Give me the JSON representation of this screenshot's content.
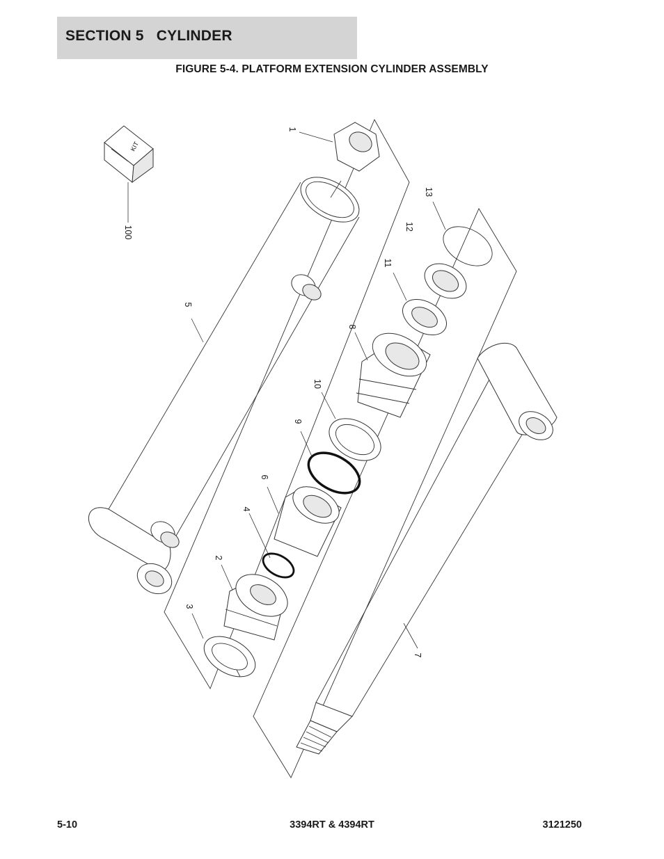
{
  "header": {
    "section_title": "SECTION 5   CYLINDER"
  },
  "figure": {
    "title": "FIGURE 5-4. PLATFORM EXTENSION CYLINDER ASSEMBLY",
    "kit_label": "KIT",
    "callouts": [
      "1",
      "2",
      "3",
      "4",
      "5",
      "6",
      "7",
      "8",
      "9",
      "10",
      "11",
      "12",
      "13",
      "100"
    ]
  },
  "footer": {
    "page_number": "5-10",
    "model": "3394RT & 4394RT",
    "doc_number": "3121250"
  }
}
